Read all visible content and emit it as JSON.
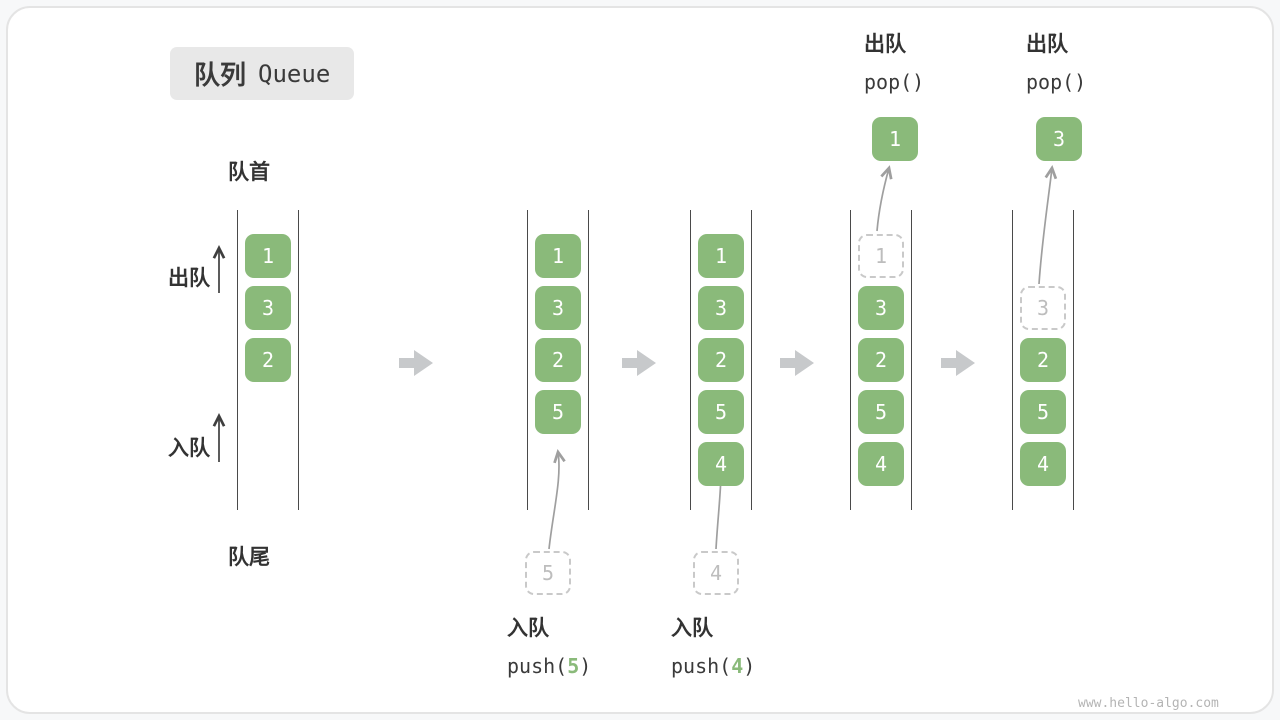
{
  "title": {
    "zh": "队列",
    "en": "Queue"
  },
  "labels": {
    "front": "队首",
    "rear": "队尾",
    "dequeue": "出队",
    "enqueue": "入队"
  },
  "columns": [
    {
      "cells": [
        "1",
        "3",
        "2"
      ]
    },
    {
      "cells": [
        "1",
        "3",
        "2",
        "5"
      ],
      "ghost": "5",
      "caption": {
        "op": "入队",
        "fn_pre": "push(",
        "arg": "5",
        "fn_post": ")"
      }
    },
    {
      "cells": [
        "1",
        "3",
        "2",
        "5",
        "4"
      ],
      "ghost": "4",
      "caption": {
        "op": "入队",
        "fn_pre": "push(",
        "arg": "4",
        "fn_post": ")"
      }
    },
    {
      "cells": [
        "3",
        "2",
        "5",
        "4"
      ],
      "ghost": "1",
      "popped": "1",
      "caption": {
        "op": "出队",
        "fn": "pop()"
      }
    },
    {
      "cells": [
        "2",
        "5",
        "4"
      ],
      "ghost": "3",
      "popped": "3",
      "caption": {
        "op": "出队",
        "fn": "pop()"
      }
    }
  ],
  "watermark": "www.hello-algo.com",
  "colors": {
    "green": "#8aba7a",
    "ghost_border": "#c9c9c9",
    "ghost_text": "#bdbdbd",
    "arrow_gray": "#9f9f9f",
    "arrow_dark": "#3f3f3f",
    "block_arrow": "#c7c9cb",
    "text_dark": "#3a3a3a",
    "badge_bg": "#e8e8e8",
    "watermark": "#b4b4b4"
  }
}
